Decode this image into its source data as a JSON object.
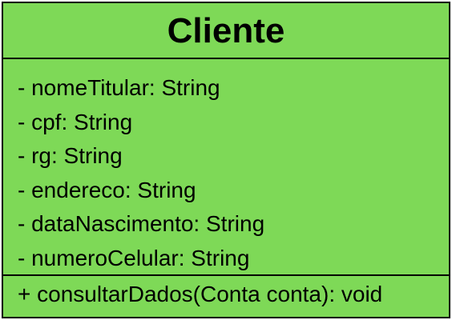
{
  "class": {
    "name": "Cliente",
    "fill_color": "#7ED957",
    "border_color": "#000000",
    "attributes": [
      "- nomeTitular: String",
      "- cpf: String",
      "- rg: String",
      "- endereco: String",
      "- dataNascimento: String",
      "- numeroCelular: String"
    ],
    "methods": [
      "+ consultarDados(Conta conta): void"
    ]
  }
}
